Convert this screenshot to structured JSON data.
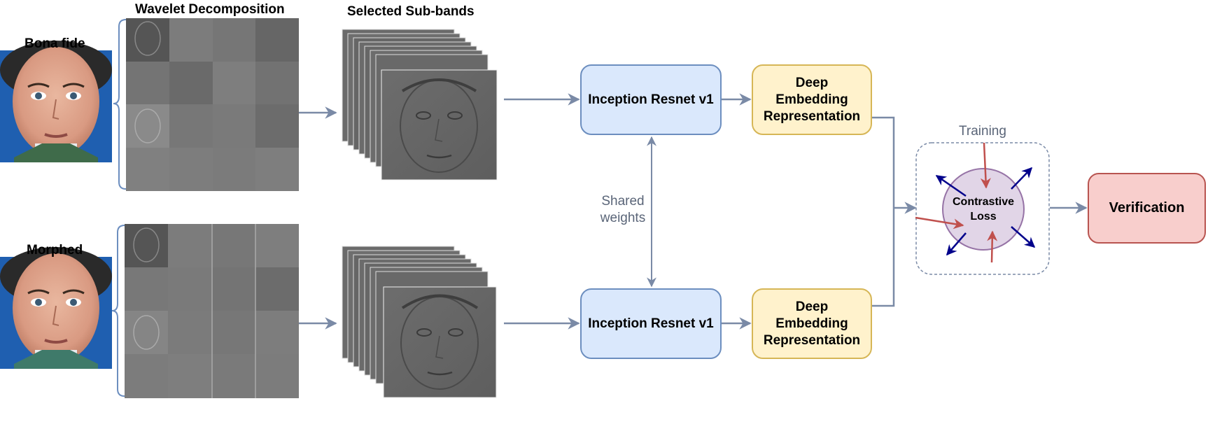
{
  "labels": {
    "wavelet_decomposition": "Wavelet Decomposition",
    "selected_subbands": "Selected Sub-bands",
    "bona_fide": "Bona fide",
    "morphed": "Morphed"
  },
  "nodes": {
    "inception_top": "Inception Resnet v1",
    "inception_bottom": "Inception Resnet v1",
    "embedding_top": [
      "Deep",
      "Embedding",
      "Representation"
    ],
    "embedding_bottom": [
      "Deep",
      "Embedding",
      "Representation"
    ],
    "shared_weights": [
      "Shared",
      "weights"
    ],
    "training": "Training",
    "contrastive_loss": [
      "Contrastive",
      "Loss"
    ],
    "verification": "Verification"
  },
  "colors": {
    "inception_fill": "#dae8fc",
    "inception_stroke": "#6c8ebf",
    "embedding_fill": "#fff2cc",
    "embedding_stroke": "#d6b656",
    "verification_fill": "#f8cecc",
    "verification_stroke": "#b85450",
    "loss_fill": "#e1d5e7",
    "loss_stroke": "#9673a6",
    "connector": "#7a8aa6",
    "training_arrow": "#c0504d",
    "push_arrow": "#00008b"
  }
}
